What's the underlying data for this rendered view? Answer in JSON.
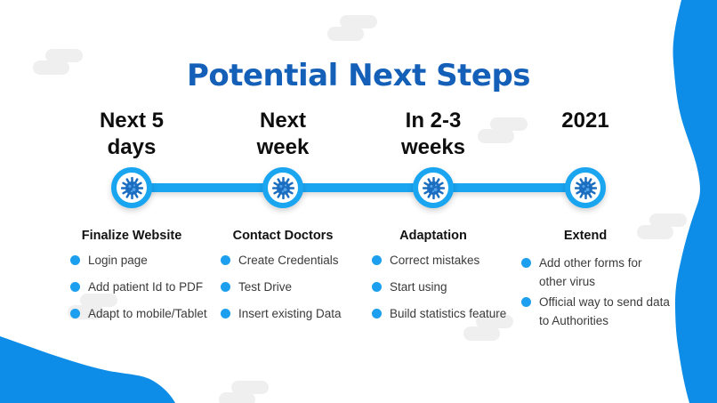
{
  "slide": {
    "title": "Potential Next Steps"
  },
  "colors": {
    "title_blue": "#1460b8",
    "timeline_blue": "#1aa5f1",
    "blob_blue": "#0d8de8",
    "virus_blue": "#1b6dc0",
    "virus_dot_blue": "#55a3e8",
    "cloud_gray": "#efefef",
    "heading_text": "#0e0e0e",
    "body_text": "#3a3a3a"
  },
  "timeline": {
    "columns": [
      {
        "time": [
          "Next 5",
          "days"
        ],
        "header": "Finalize Website",
        "items": [
          "Login page",
          "Add patient Id to PDF",
          "Adapt to mobile/Tablet"
        ]
      },
      {
        "time": [
          "Next",
          "week"
        ],
        "header": "Contact Doctors",
        "items": [
          "Create Credentials",
          "Test Drive",
          "Insert existing Data"
        ]
      },
      {
        "time": [
          "In 2-3",
          "weeks"
        ],
        "header": "Adaptation",
        "items": [
          "Correct mistakes",
          "Start using",
          "Build statistics feature"
        ]
      },
      {
        "time": [
          "2021"
        ],
        "header": "Extend",
        "items": [
          [
            "Add other forms for",
            "other virus"
          ],
          [
            "Official way to send data",
            "to Authorities"
          ]
        ]
      }
    ]
  }
}
